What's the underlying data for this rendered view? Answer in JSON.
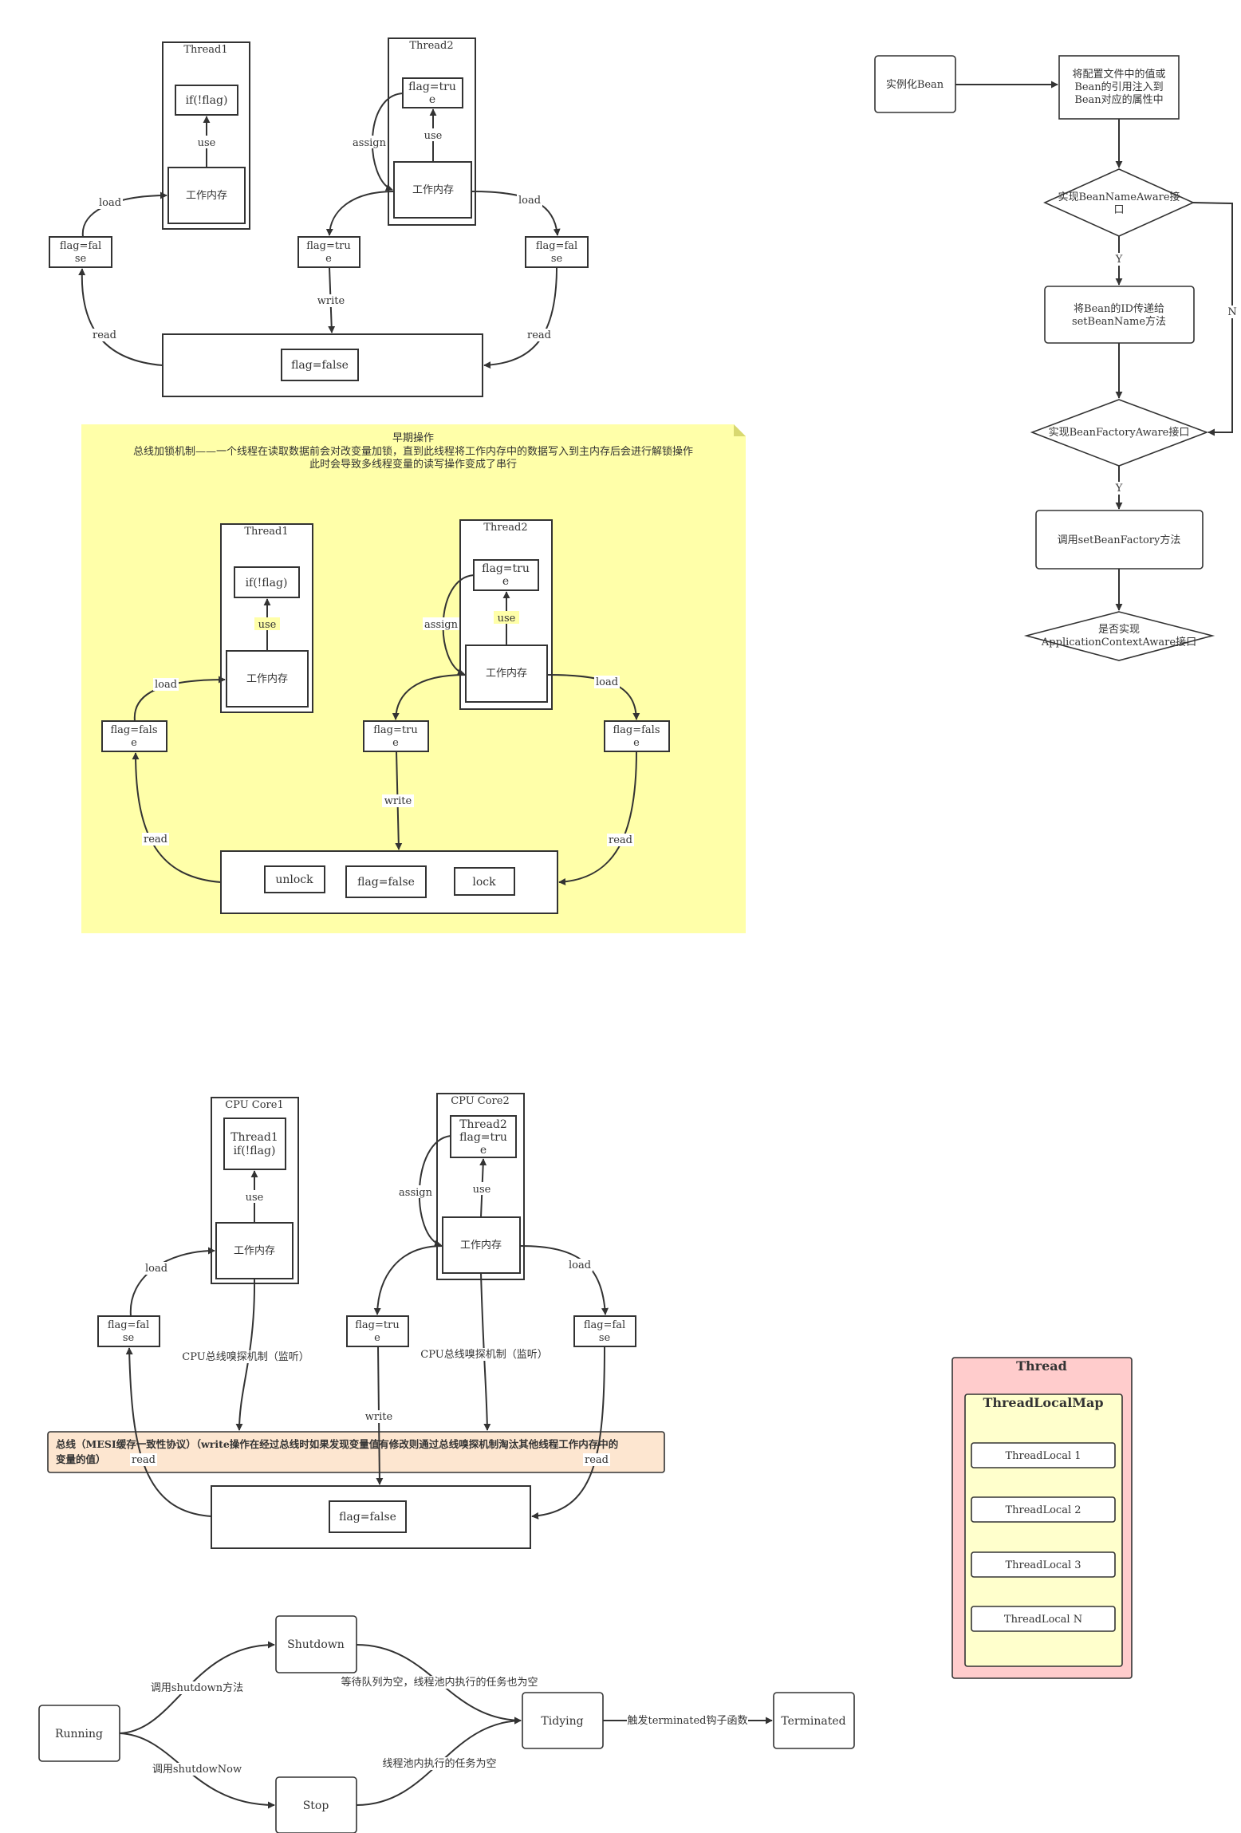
{
  "diagram1": {
    "thread1": "Thread1",
    "thread2": "Thread2",
    "if_flag": "if(!flag)",
    "flag_true": [
      "flag=tru",
      "e"
    ],
    "work_mem": "工作内存",
    "flag_false_l": [
      "flag=fal",
      "se"
    ],
    "flag_true_m": [
      "flag=tru",
      "e"
    ],
    "flag_false_r": [
      "flag=fal",
      "se"
    ],
    "main_flag": "flag=false",
    "labels": {
      "use": "use",
      "assign": "assign",
      "load": "load",
      "write": "write",
      "read": "read"
    }
  },
  "note": {
    "title": "早期操作",
    "line1": "总线加锁机制——一个线程在读取数据前会对改变量加锁，直到此线程将工作内存中的数据写入到主内存后会进行解锁操作",
    "line2": "此时会导致多线程变量的读写操作变成了串行",
    "thread1": "Thread1",
    "thread2": "Thread2",
    "if_flag": "if(!flag)",
    "flag_true": [
      "flag=tru",
      "e"
    ],
    "work_mem": "工作内存",
    "flag_false_l": [
      "flag=fals",
      "e"
    ],
    "flag_true_m": [
      "flag=tru",
      "e"
    ],
    "flag_false_r": [
      "flag=fals",
      "e"
    ],
    "unlock": "unlock",
    "main_flag": "flag=false",
    "lock": "lock",
    "labels": {
      "use": "use",
      "assign": "assign",
      "load": "load",
      "write": "write",
      "read": "read"
    }
  },
  "diagram3": {
    "core1": "CPU Core1",
    "core2": "CPU Core2",
    "t1": [
      "Thread1",
      "if(!flag)"
    ],
    "t2": [
      "Thread2",
      "flag=tru",
      "e"
    ],
    "work_mem": "工作内存",
    "flag_false_l": [
      "flag=fal",
      "se"
    ],
    "flag_true_m": [
      "flag=tru",
      "e"
    ],
    "flag_false_r": [
      "flag=fal",
      "se"
    ],
    "sniff": "CPU总线嗅探机制（监听）",
    "bus_line1": "总线（MESI缓存一致性协议）（write操作在经过总线时如果发现变量值有修改则通过总线嗅探机制淘汰其他线程工作内存中的",
    "bus_line2": "变量的值）",
    "main_flag": "flag=false",
    "labels": {
      "use": "use",
      "assign": "assign",
      "load": "load",
      "write": "write",
      "read": "read"
    }
  },
  "pool": {
    "running": "Running",
    "shutdown": "Shutdown",
    "stop": "Stop",
    "tidying": "Tidying",
    "terminated": "Terminated",
    "e_shutdown": "调用shutdown方法",
    "e_shutdownnow": "调用shutdowNow",
    "e_queue": "等待队列为空，线程池内执行的任务也为空",
    "e_task": "线程池内执行的任务为空",
    "e_hook": "触发terminated钩子函数"
  },
  "bean": {
    "instantiate": "实例化Bean",
    "inject": [
      "将配置文件中的值或",
      "Bean的引用注入到",
      "Bean对应的属性中"
    ],
    "aware1": [
      "实现BeanNameAware接",
      "口"
    ],
    "setname": [
      "将Bean的ID传递给",
      "setBeanName方法"
    ],
    "aware2": "实现BeanFactoryAware接口",
    "setfactory": "调用setBeanFactory方法",
    "aware3": [
      "是否实现",
      "ApplicationContextAware接口"
    ],
    "y": "Y",
    "n": "N"
  },
  "threadmap": {
    "thread": "Thread",
    "map": "ThreadLocalMap",
    "items": [
      "ThreadLocal 1",
      "ThreadLocal 2",
      "ThreadLocal 3",
      "ThreadLocal N"
    ]
  },
  "colors": {
    "stroke": "#333333",
    "note_fill": "#ffffa9",
    "bus_fill": "#fde6d0",
    "thread_fill": "#ffcccc",
    "map_fill": "#ffffcc"
  }
}
